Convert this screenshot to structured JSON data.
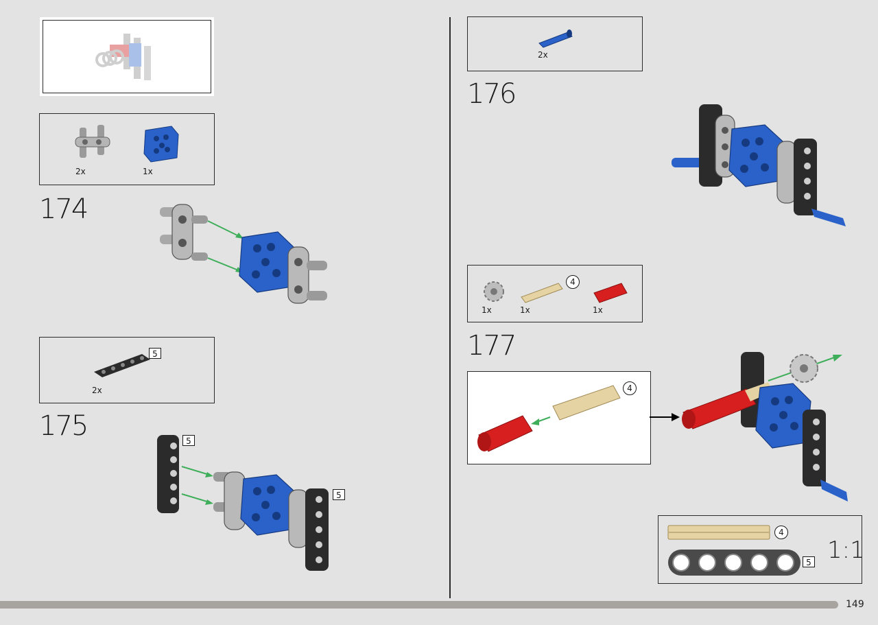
{
  "page": {
    "number": "149",
    "scale_label": "1:1"
  },
  "colors": {
    "background": "#e3e3e3",
    "blue": "#2a62c9",
    "red": "#d81f1f",
    "tan": "#e6d3a3",
    "grey": "#a8a8a8",
    "black": "#2b2b2b",
    "arrow": "#3fae5a"
  },
  "steps": [
    {
      "number": "174",
      "parts": [
        {
          "qty": "2x",
          "part": "grey-connector-icon"
        },
        {
          "qty": "1x",
          "part": "blue-plate-icon"
        }
      ]
    },
    {
      "number": "175",
      "parts": [
        {
          "qty": "2x",
          "length": "5",
          "part": "black-beam-icon"
        }
      ],
      "callouts": [
        "5",
        "5"
      ]
    },
    {
      "number": "176",
      "parts": [
        {
          "qty": "2x",
          "part": "blue-pin-icon"
        }
      ]
    },
    {
      "number": "177",
      "parts": [
        {
          "qty": "1x",
          "part": "gear-icon"
        },
        {
          "qty": "1x",
          "length": "4",
          "part": "tan-axle-icon"
        },
        {
          "qty": "1x",
          "part": "red-connector-icon"
        }
      ],
      "subassembly_length": "4"
    }
  ],
  "scale_reference": {
    "axle_length": "4",
    "beam_length": "5"
  }
}
